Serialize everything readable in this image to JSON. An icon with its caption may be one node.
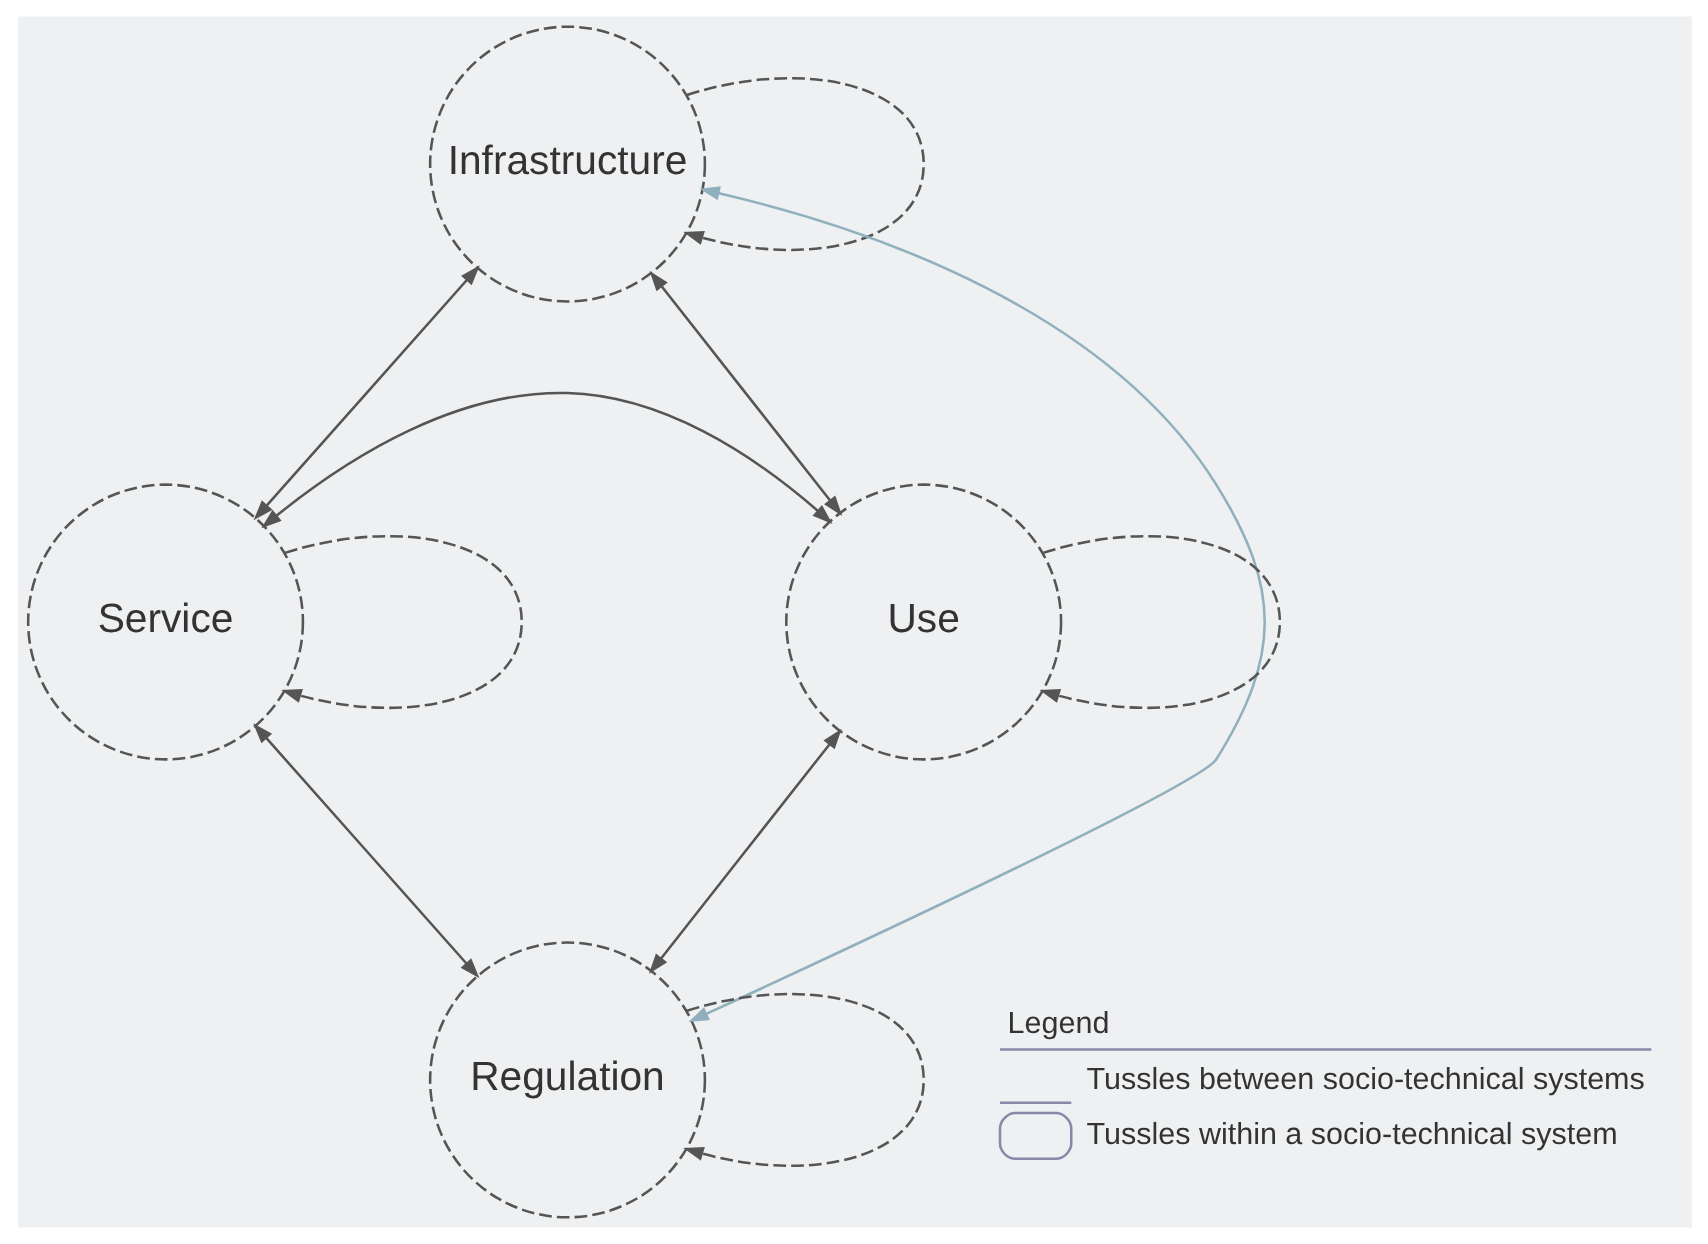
{
  "diagram": {
    "nodes": [
      {
        "text": [
          "Infrastructure"
        ]
      },
      {
        "text": [
          "Service"
        ]
      },
      {
        "text": [
          "Use"
        ]
      },
      {
        "text": [
          "Regulation"
        ]
      }
    ],
    "edges": [
      {
        "from": 0,
        "to": 1,
        "arrow": "both"
      },
      {
        "from": 0,
        "to": 2,
        "arrow": "both"
      },
      {
        "from": 0,
        "to": 3,
        "arrow": "both",
        "color": "#8fb0bc"
      },
      {
        "from": 1,
        "to": 2,
        "arrow": "both"
      },
      {
        "from": 1,
        "to": 3,
        "arrow": "both"
      },
      {
        "from": 2,
        "to": 3,
        "arrow": "both"
      },
      {
        "from": 0,
        "to": 0,
        "arrow": "to",
        "style": "dashed"
      },
      {
        "from": 1,
        "to": 1,
        "arrow": "to",
        "style": "dashed"
      },
      {
        "from": 2,
        "to": 2,
        "arrow": "to",
        "style": "dashed"
      },
      {
        "from": 3,
        "to": 3,
        "arrow": "to",
        "style": "dashed"
      }
    ],
    "labels": [
      "Legend"
    ],
    "legend": [
      {
        "text": "Tussles between socio-technical systems"
      },
      {
        "text": "Tussles within a socio-technical system"
      }
    ]
  }
}
